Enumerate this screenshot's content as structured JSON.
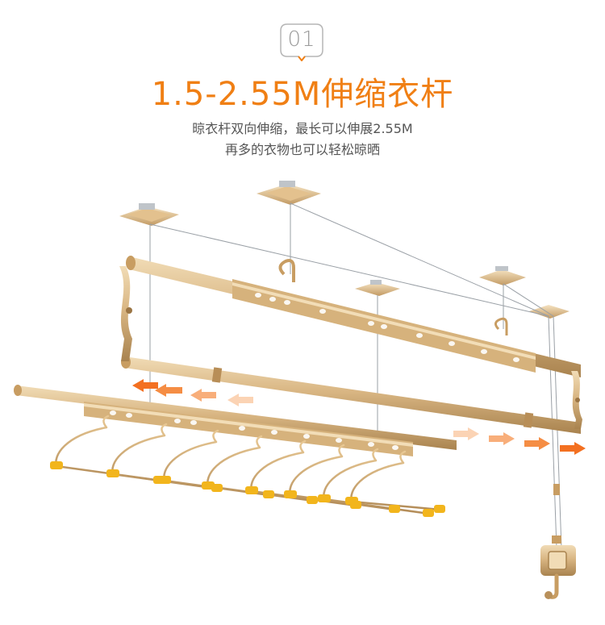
{
  "badge": {
    "number": "01"
  },
  "headline": {
    "text": "1.5-2.55M伸缩衣杆"
  },
  "subtitle": {
    "line1": "晾衣杆双向伸缩，最长可以伸展2.55M",
    "line2": "再多的衣物也可以轻松晾晒"
  },
  "colors": {
    "accent": "#f07f14",
    "rod_gold": "#d7b482",
    "rod_shadow": "#a9834f",
    "hanger_yellow": "#f2b51c",
    "arrow_orange": "#f37021",
    "arrow_pale": "#fbd3b4"
  },
  "icons": {
    "badge": "speech-bubble-icon",
    "arrow": "arrow-right-icon"
  }
}
